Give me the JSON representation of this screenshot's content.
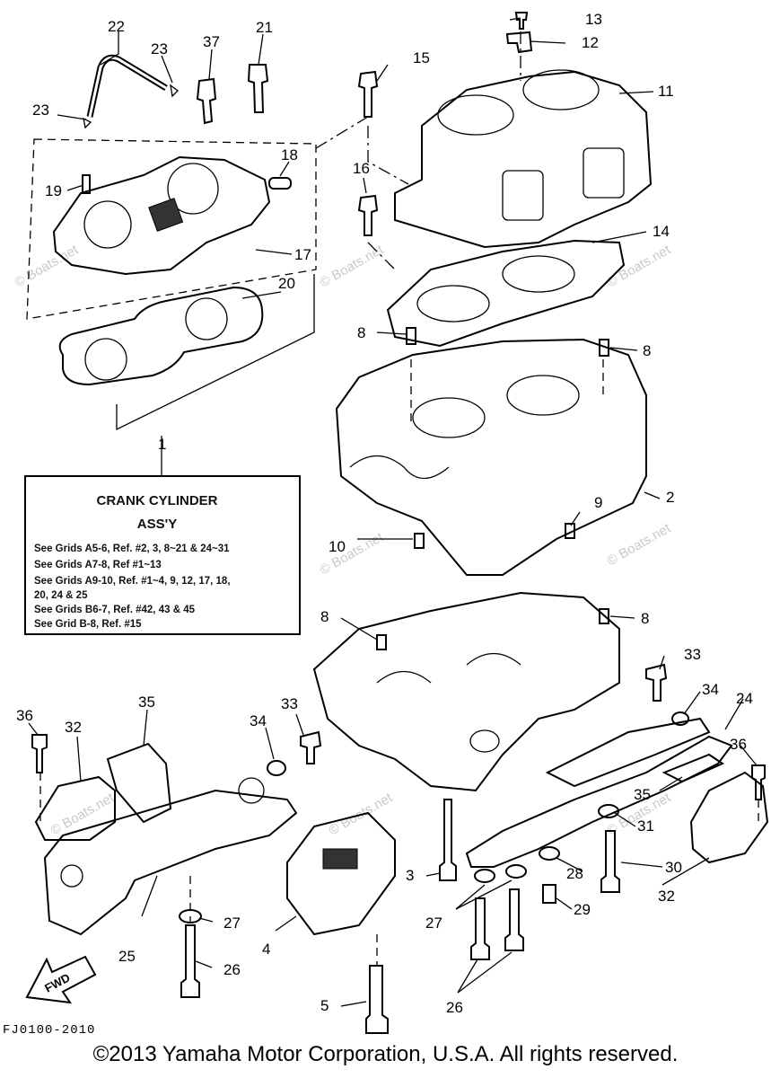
{
  "diagram": {
    "callouts": {
      "p1": "1",
      "p2": "2",
      "p3": "3",
      "p4": "4",
      "p5": "5",
      "p8a": "8",
      "p8b": "8",
      "p8c": "8",
      "p8d": "8",
      "p9": "9",
      "p10": "10",
      "p11": "11",
      "p12": "12",
      "p13": "13",
      "p14": "14",
      "p15": "15",
      "p16": "16",
      "p17": "17",
      "p18": "18",
      "p19": "19",
      "p20": "20",
      "p21": "21",
      "p22": "22",
      "p23a": "23",
      "p23b": "23",
      "p24": "24",
      "p25": "25",
      "p26a": "26",
      "p26b": "26",
      "p27a": "27",
      "p27b": "27",
      "p28": "28",
      "p29": "29",
      "p30": "30",
      "p31": "31",
      "p32a": "32",
      "p32b": "32",
      "p33a": "33",
      "p33b": "33",
      "p34a": "34",
      "p34b": "34",
      "p35a": "35",
      "p35b": "35",
      "p36a": "36",
      "p36b": "36",
      "p37": "37"
    },
    "assembly_box": {
      "title_line1": "CRANK CYLINDER",
      "title_line2": "ASS'Y",
      "lines": [
        "See Grids A5-6, Ref. #2, 3, 8~21 & 24~31",
        "See Grids A7-8, Ref #1~13",
        "See Grids A9-10, Ref. #1~4, 9, 12, 17, 18,",
        "20, 24 & 25",
        "See Grids B6-7, Ref. #42, 43 & 45",
        "See Grid B-8, Ref. #15"
      ]
    },
    "fwd_arrow_label": "FWD",
    "diagram_code": "FJ0100-2010",
    "watermark": "© Boats.net"
  },
  "copyright": "©2013 Yamaha Motor Corporation, U.S.A. All rights reserved."
}
